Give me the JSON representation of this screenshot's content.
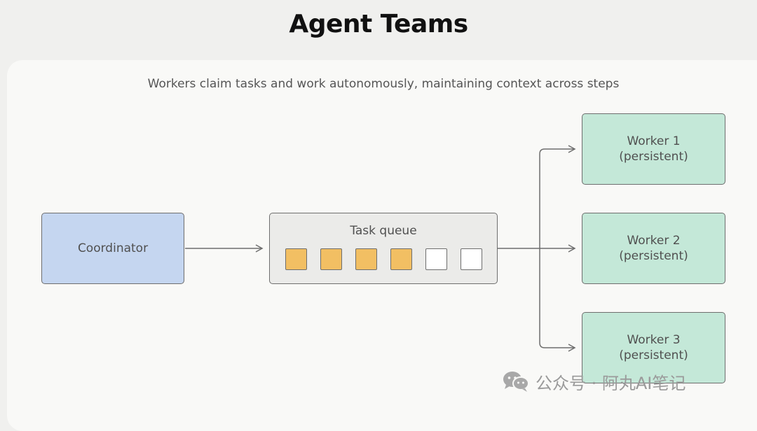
{
  "title": "Agent Teams",
  "subtitle": "Workers claim tasks and work autonomously, maintaining context across steps",
  "nodes": {
    "coordinator": "Coordinator",
    "task_queue": "Task queue",
    "workers": [
      {
        "name": "Worker 1",
        "mode": "(persistent)"
      },
      {
        "name": "Worker 2",
        "mode": "(persistent)"
      },
      {
        "name": "Worker 3",
        "mode": "(persistent)"
      }
    ]
  },
  "queue_slots": [
    "filled",
    "filled",
    "filled",
    "filled",
    "empty",
    "empty"
  ],
  "colors": {
    "coordinator": "#c5d6f0",
    "queue": "#ebebe9",
    "worker": "#c4e8d8",
    "filled_slot": "#f2bf63",
    "empty_slot": "#ffffff",
    "border": "#6e6e6e"
  },
  "watermark": {
    "icon": "wechat-icon",
    "text": "公众号 · 阿丸AI笔记"
  }
}
